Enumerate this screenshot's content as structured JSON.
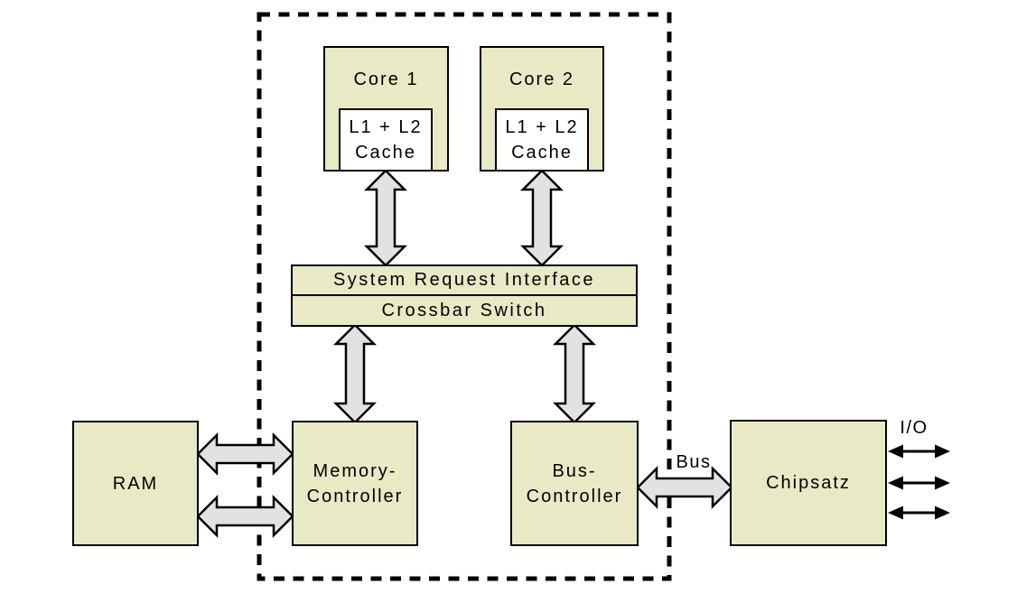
{
  "diagram": {
    "description": "Dual-core CPU architecture block diagram with dashed CPU die boundary",
    "colors": {
      "background": "#ffffff",
      "box_fill": "#e9e9c6",
      "cache_fill": "#ffffff",
      "arrow_fill": "#e2e2e2",
      "line": "#000000"
    },
    "nodes": {
      "core1": {
        "label": "Core 1"
      },
      "core2": {
        "label": "Core 2"
      },
      "cache1": {
        "line1": "L1 + L2",
        "line2": "Cache"
      },
      "cache2": {
        "line1": "L1 + L2",
        "line2": "Cache"
      },
      "sri": {
        "label": "System Request Interface"
      },
      "crossbar": {
        "label": "Crossbar Switch"
      },
      "ram": {
        "label": "RAM"
      },
      "memory_controller": {
        "line1": "Memory-",
        "line2": "Controller"
      },
      "bus_controller": {
        "line1": "Bus-",
        "line2": "Controller"
      },
      "chipset": {
        "label": "Chipsatz"
      }
    },
    "labels": {
      "bus": "Bus",
      "io": "I/O"
    },
    "boundary": {
      "style": "dashed",
      "meaning": "cpu-die-boundary"
    },
    "connections": [
      {
        "from": "cache1",
        "to": "sri",
        "type": "wide-double-arrow",
        "orientation": "vertical"
      },
      {
        "from": "cache2",
        "to": "sri",
        "type": "wide-double-arrow",
        "orientation": "vertical"
      },
      {
        "from": "crossbar",
        "to": "memory_controller",
        "type": "wide-double-arrow",
        "orientation": "vertical"
      },
      {
        "from": "crossbar",
        "to": "bus_controller",
        "type": "wide-double-arrow",
        "orientation": "vertical"
      },
      {
        "from": "ram",
        "to": "memory_controller",
        "type": "wide-double-arrow",
        "orientation": "horizontal",
        "count": 2
      },
      {
        "from": "bus_controller",
        "to": "chipset",
        "type": "wide-double-arrow",
        "orientation": "horizontal",
        "label": "Bus"
      },
      {
        "from": "chipset",
        "to": "io",
        "type": "thin-double-arrow",
        "orientation": "horizontal",
        "count": 3
      }
    ]
  }
}
